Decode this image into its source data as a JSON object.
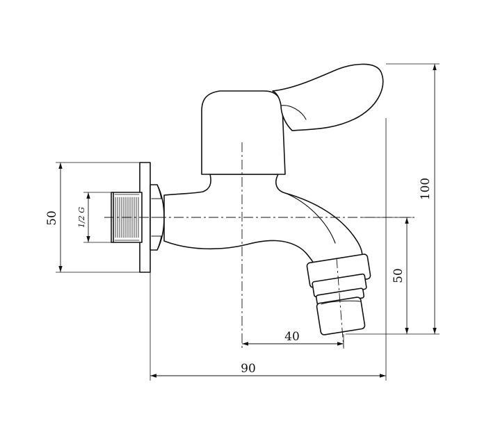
{
  "drawing": {
    "subject": "wall faucet",
    "dimensions": {
      "overall_width": "90",
      "overall_height": "100",
      "wall_plate_height": "50",
      "outlet_height": "50",
      "outlet_offset": "40",
      "thread_size": "1/2 G"
    }
  }
}
